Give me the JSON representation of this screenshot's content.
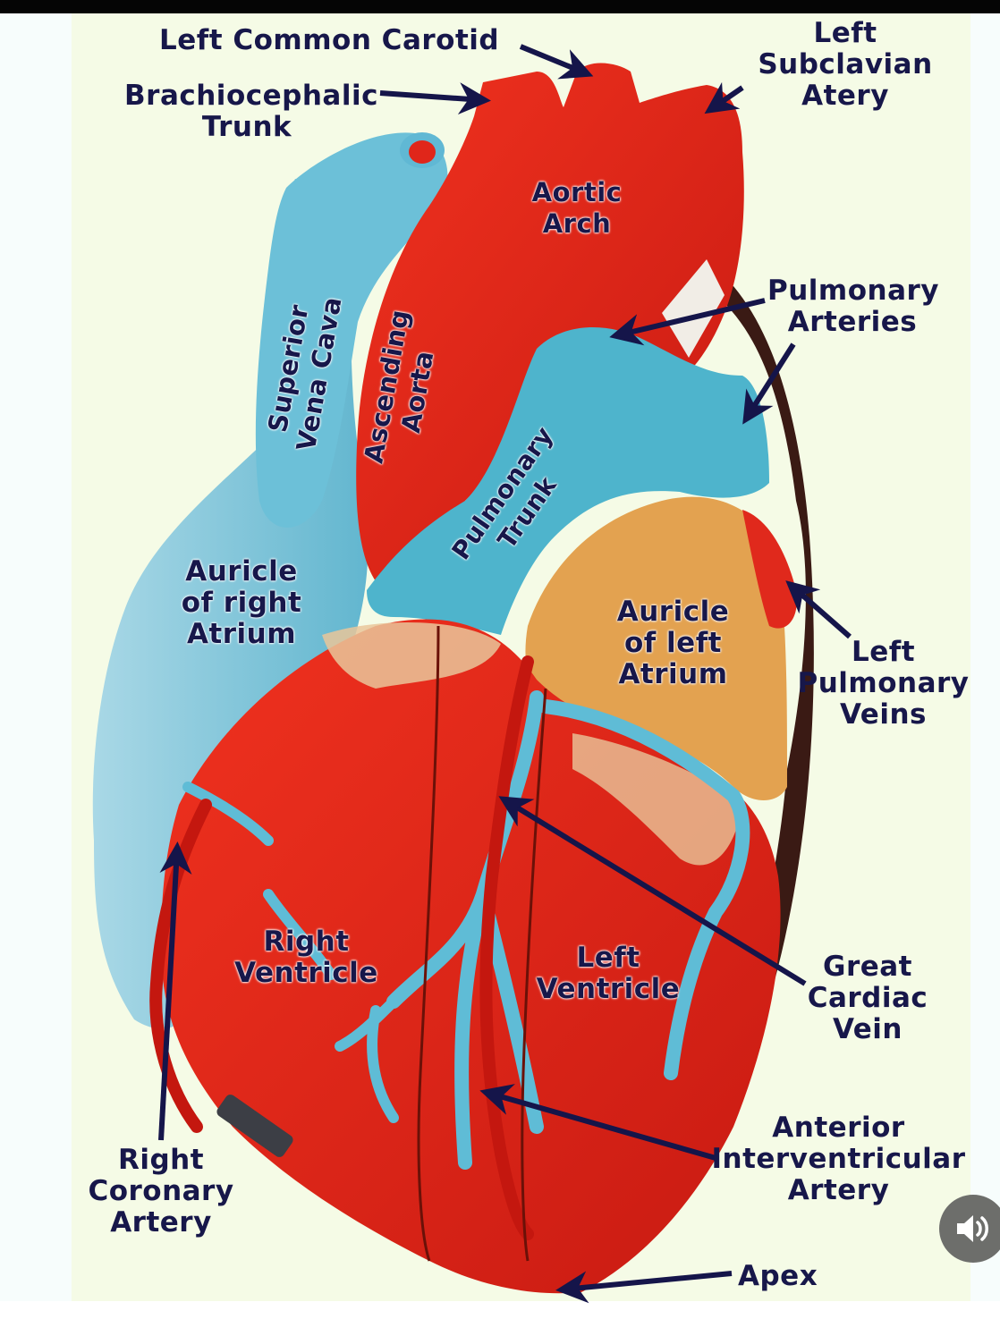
{
  "diagram": {
    "title": "Anterior view of the heart",
    "labels": {
      "left_common_carotid": "Left Common Carotid",
      "brachiocephalic_trunk": [
        "Brachiocephalic",
        "Trunk"
      ],
      "left_subclavian": [
        "Left",
        "Subclavian",
        "Atery"
      ],
      "aortic_arch": [
        "Aortic",
        "Arch"
      ],
      "superior_vena_cava": [
        "Superior",
        "Vena Cava"
      ],
      "ascending_aorta": [
        "Ascending",
        "Aorta"
      ],
      "pulmonary_arteries": [
        "Pulmonary",
        "Arteries"
      ],
      "pulmonary_trunk": [
        "Pulmonary",
        "Trunk"
      ],
      "auricle_right_atrium": [
        "Auricle",
        "of right",
        "Atrium"
      ],
      "auricle_left_atrium": [
        "Auricle",
        "of left",
        "Atrium"
      ],
      "left_pulmonary_veins": [
        "Left",
        "Pulmonary",
        "Veins"
      ],
      "right_ventricle": [
        "Right",
        "Ventricle"
      ],
      "left_ventricle": [
        "Left",
        "Ventricle"
      ],
      "great_cardiac_vein": [
        "Great",
        "Cardiac",
        "Vein"
      ],
      "anterior_interventricular_artery": [
        "Anterior",
        "Interventricular",
        "Artery"
      ],
      "right_coronary_artery": [
        "Right",
        "Coronary",
        "Artery"
      ],
      "apex": "Apex"
    },
    "colors": {
      "artery_red": "#e8261a",
      "vein_blue": "#5fb8cf",
      "atrium_orange": "#e0a24a",
      "label_navy": "#17174a",
      "background": "#f5fbe6"
    }
  },
  "player": {
    "mute_button_icon": "speaker-volume-icon"
  }
}
